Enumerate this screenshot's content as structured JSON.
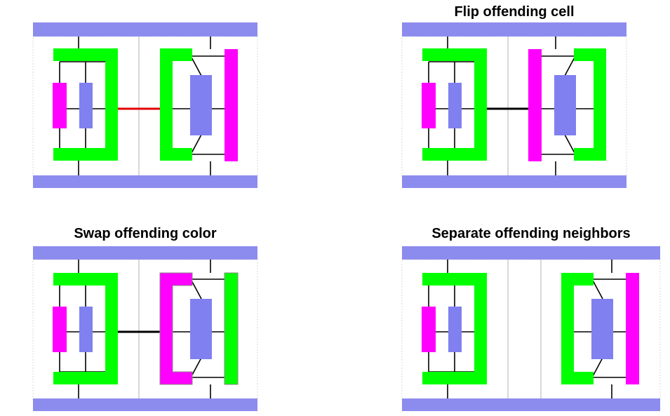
{
  "panels": [
    {
      "title": "",
      "variant": "original"
    },
    {
      "title": "Flip offending cell",
      "variant": "flip"
    },
    {
      "title": "Swap offending color",
      "variant": "swap"
    },
    {
      "title": "Separate offending neighbors",
      "variant": "separate"
    }
  ],
  "colors": {
    "rail": "#8C8CEE",
    "green": "#00FF00",
    "magenta": "#FF00FF",
    "blue": "#8080F0",
    "wire": "#000000",
    "conflict_wire": "#E00000",
    "divider": "#B0B0B0"
  }
}
